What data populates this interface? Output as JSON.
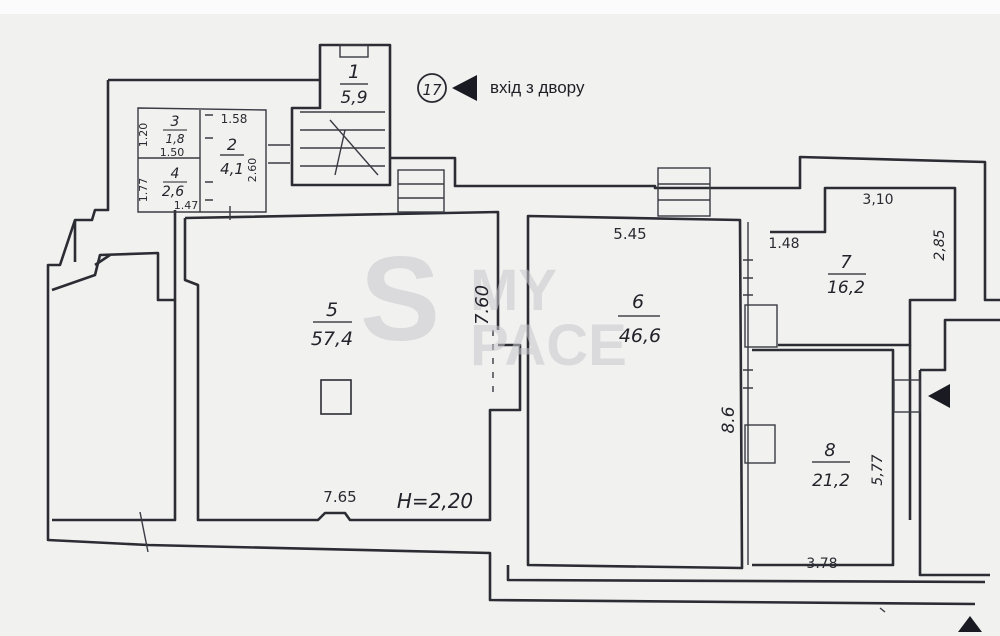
{
  "entrance": {
    "label": "вхід з двору",
    "marker": "17"
  },
  "rooms": [
    {
      "id": "room-1",
      "number": "1",
      "area": "5,9"
    },
    {
      "id": "room-2",
      "number": "2",
      "area": "4,1"
    },
    {
      "id": "room-3",
      "number": "3",
      "area": "1,8"
    },
    {
      "id": "room-4",
      "number": "4",
      "area": "2,6"
    },
    {
      "id": "room-5",
      "number": "5",
      "area": "57,4"
    },
    {
      "id": "room-6",
      "number": "6",
      "area": "46,6"
    },
    {
      "id": "room-7",
      "number": "7",
      "area": "16,2"
    },
    {
      "id": "room-8",
      "number": "8",
      "area": "21,2"
    }
  ],
  "dimensions": {
    "d_1_20": "1.20",
    "d_1_58": "1.58",
    "d_1_50": "1.50",
    "d_2_60": "2.60",
    "d_1_77": "1.77",
    "d_1_47": "1.47",
    "d_7_60": "7.60",
    "d_7_65": "7.65",
    "d_5_45": "5.45",
    "d_8_6": "8.6",
    "d_3_10": "3,10",
    "d_2_85": "2,85",
    "d_1_48": "1.48",
    "d_5_77": "5,77",
    "d_3_78": "3.78"
  },
  "ceiling_height": "H=2,20",
  "watermark": {
    "line1": "MY",
    "line2": "PACE"
  }
}
